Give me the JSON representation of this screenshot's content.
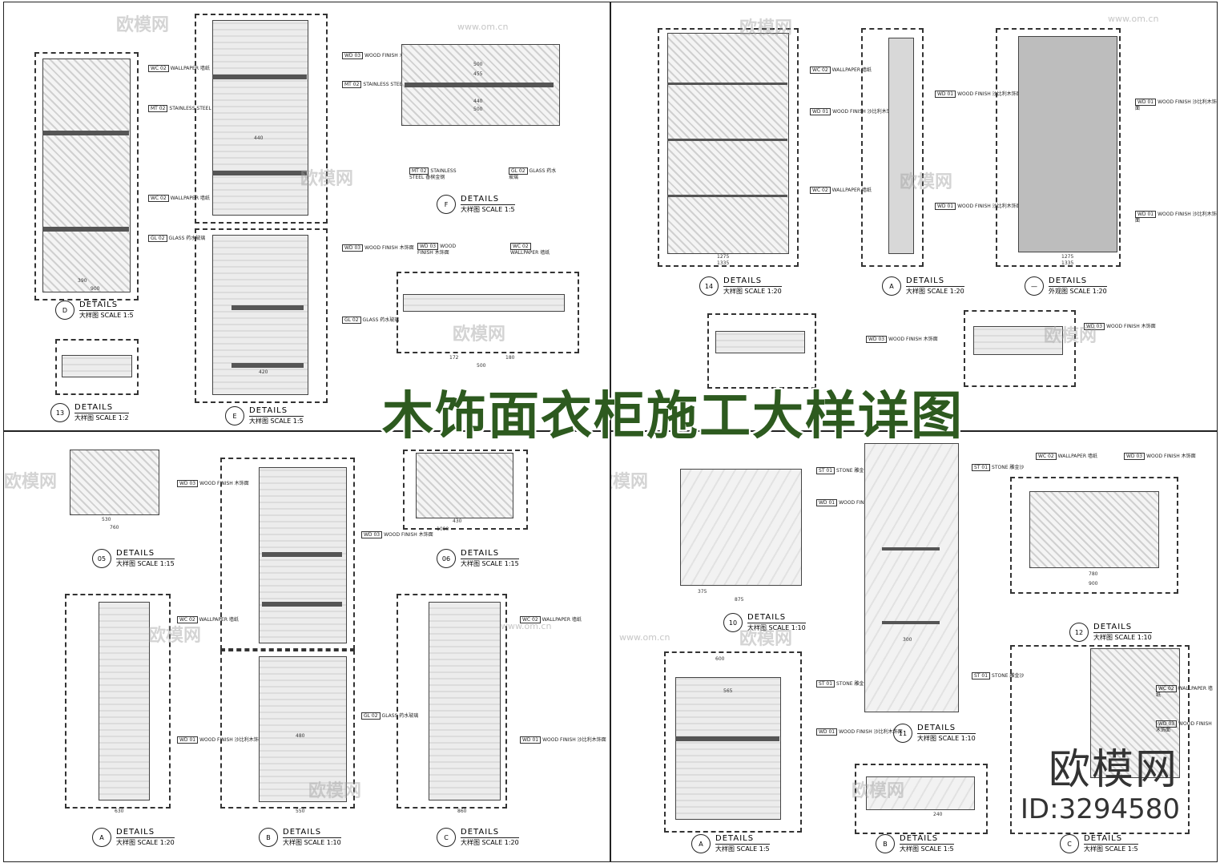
{
  "title": "木饰面衣柜施工大样详图",
  "watermark": {
    "brand": "欧模网",
    "url": "www.om.cn"
  },
  "brand_mark": {
    "name": "欧模网",
    "id": "ID:3294580"
  },
  "captions": [
    {
      "num": "D",
      "sub": "大样图 SCALE 1:5",
      "label": "DETAILS"
    },
    {
      "num": "E",
      "sub": "大样图 SCALE 1:5",
      "label": "DETAILS"
    },
    {
      "num": "F",
      "sub": "大样图 SCALE 1:5",
      "label": "DETAILS"
    },
    {
      "num": "13",
      "sub": "大样图 SCALE 1:2",
      "label": "DETAILS"
    },
    {
      "num": "14",
      "sub": "大样图 SCALE 1:20",
      "label": "DETAILS"
    },
    {
      "num": "A",
      "sub": "大样图 SCALE 1:20",
      "label": "DETAILS"
    },
    {
      "num": "—",
      "sub": "外观图 SCALE 1:20",
      "label": "DETAILS"
    },
    {
      "num": "05",
      "sub": "大样图 SCALE 1:15",
      "label": "DETAILS"
    },
    {
      "num": "06",
      "sub": "大样图 SCALE 1:15",
      "label": "DETAILS"
    },
    {
      "num": "A",
      "sub": "大样图 SCALE 1:20",
      "label": "DETAILS"
    },
    {
      "num": "B",
      "sub": "大样图 SCALE 1:10",
      "label": "DETAILS"
    },
    {
      "num": "C",
      "sub": "大样图 SCALE 1:20",
      "label": "DETAILS"
    },
    {
      "num": "10",
      "sub": "大样图 SCALE 1:10",
      "label": "DETAILS"
    },
    {
      "num": "11",
      "sub": "大样图 SCALE 1:10",
      "label": "DETAILS"
    },
    {
      "num": "12",
      "sub": "大样图 SCALE 1:10",
      "label": "DETAILS"
    },
    {
      "num": "A",
      "sub": "大样图 SCALE 1:5",
      "label": "DETAILS"
    },
    {
      "num": "B",
      "sub": "大样图 SCALE 1:5",
      "label": "DETAILS"
    },
    {
      "num": "C",
      "sub": "大样图 SCALE 1:5",
      "label": "DETAILS"
    }
  ],
  "notes": {
    "wd03": {
      "tag": "WD 03",
      "text": "WOOD FINISH 木饰面"
    },
    "wc02": {
      "tag": "WC 02",
      "text": "WALLPAPER 墙纸"
    },
    "mt02": {
      "tag": "MT 02",
      "text": "STAINLESS STEEL 香槟金钢"
    },
    "gl02": {
      "tag": "GL 02",
      "text": "GLASS 药水玻璃"
    },
    "st01": {
      "tag": "ST 01",
      "text": "STONE 雕金沙"
    },
    "wd01": {
      "tag": "WD 01",
      "text": "WOOD FINISH 沙比利木饰面"
    }
  },
  "dims": {
    "d_w1": "390",
    "d_w2": "900",
    "f_w1": "500",
    "f_w2": "455",
    "f_w3": "440",
    "f_w4": "500",
    "e_w1": "440",
    "e_w2": "420",
    "f2_1": "172",
    "f2_2": "180",
    "f2_3": "500",
    "q2_1": "1275",
    "q2_2": "1335",
    "q2_3": "1275",
    "q2_4": "1335",
    "q3_1": "530",
    "q3_2": "760",
    "q3_3": "430",
    "q3_4": "1090",
    "q3_5": "480",
    "q3_6": "550",
    "q3_7": "860",
    "q3_8": "630",
    "q4_1": "375",
    "q4_2": "875",
    "q4_3": "780",
    "q4_4": "900",
    "q4_5": "600",
    "q4_6": "565",
    "q4_7": "300",
    "q4_8": "240"
  }
}
